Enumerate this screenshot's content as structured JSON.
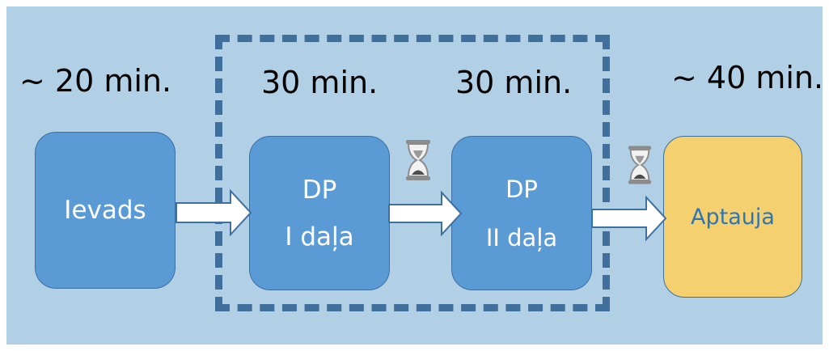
{
  "times": {
    "intro": "~ 20 min.",
    "part1": "30 min.",
    "part2": "30 min.",
    "survey": "~ 40 min."
  },
  "boxes": {
    "intro": {
      "label": "Ievads"
    },
    "part1": {
      "line1": "DP",
      "line2": "I daļa"
    },
    "part2": {
      "line1": "DP",
      "line2": "II daļa"
    },
    "survey": {
      "label": "Aptauja"
    }
  },
  "icons": [
    "arrow-right-icon",
    "hourglass-icon"
  ],
  "colors": {
    "background": "#b1d0e6",
    "box_blue": "#5b9bd5",
    "box_yellow": "#f5d06f",
    "dashed_frame": "#416f9b",
    "survey_text": "#2e75b6"
  }
}
